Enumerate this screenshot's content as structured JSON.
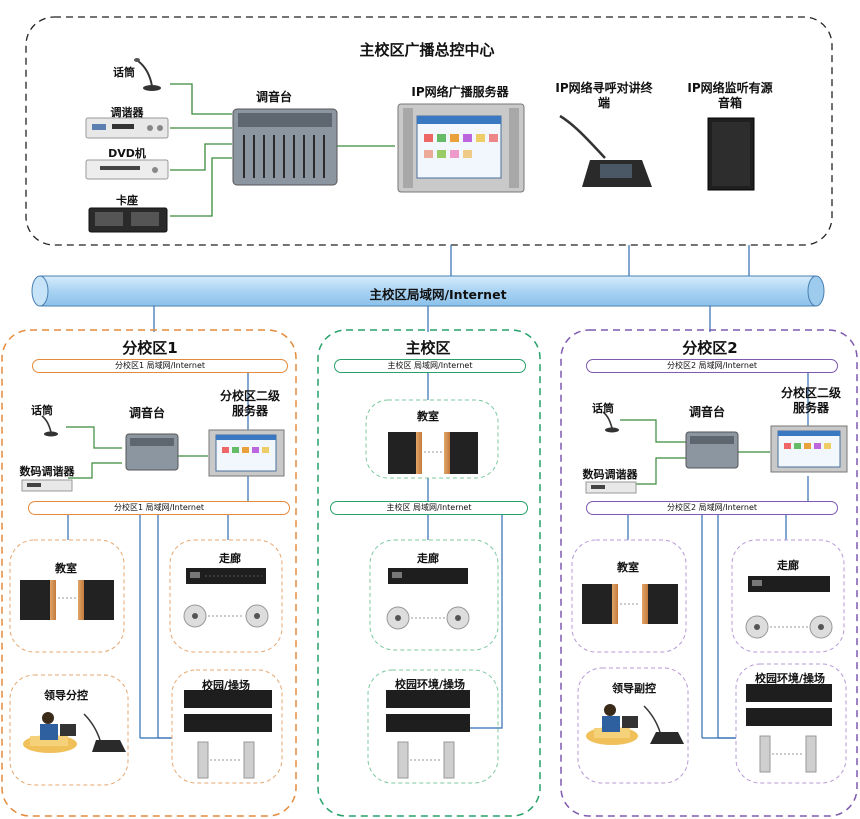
{
  "title": "主校区广播总控中心",
  "top": {
    "mic": "话筒",
    "tuner": "调谐器",
    "dvd": "DVD机",
    "cassette": "卡座",
    "mixer": "调音台",
    "ip_server": "IP网络广播服务器",
    "intercom": "IP网络寻呼对讲终端",
    "monitor": "IP网络监听有源音箱"
  },
  "backbone": "主校区局域网/Internet",
  "campuses": {
    "left": {
      "title": "分校区1",
      "net1": "分校区1 局域网/Internet",
      "net2": "分校区1  局域网/Internet",
      "mic": "话筒",
      "tuner": "数码调谐器",
      "mixer": "调音台",
      "server": "分校区二级服务器",
      "classroom": "教室",
      "corridor": "走廊",
      "leader": "领导分控",
      "playground": "校园/操场"
    },
    "middle": {
      "title": "主校区",
      "net1": "主校区  局域网/Internet",
      "net2": "主校区  局域网/Internet",
      "classroom": "教室",
      "corridor": "走廊",
      "playground": "校园环境/操场"
    },
    "right": {
      "title": "分校区2",
      "net1": "分校区2 局域网/Internet",
      "net2": "分校区2  局域网/Internet",
      "mic": "话筒",
      "tuner": "数码调谐器",
      "mixer": "调音台",
      "server": "分校区二级服务器",
      "classroom": "教室",
      "corridor": "走廊",
      "leader": "领导副控",
      "playground": "校园环境/操场"
    }
  },
  "colors": {
    "backbone": "#b9dcf7",
    "orange": "#e58a3b",
    "green": "#27a06a",
    "purple": "#7f5ab0",
    "link": "#2f6db3",
    "local": "#3a8a3a"
  }
}
